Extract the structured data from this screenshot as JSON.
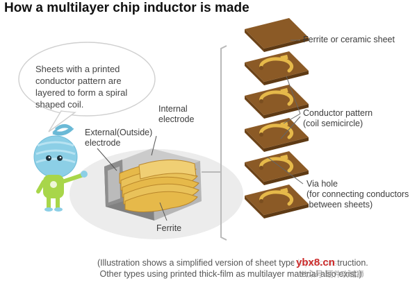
{
  "title": "How a multilayer chip inductor is made",
  "bubble_text": "Sheets with a printed\nconductor pattern are\nlayered to form a spiral\nshaped coil.",
  "labels": {
    "internal_electrode": "Internal\nelectrode",
    "external_electrode": "External(Outside)\nelectrode",
    "ferrite": "Ferrite",
    "ferrite_sheet": "Ferrite or ceramic sheet",
    "conductor_pattern": "Conductor pattern\n(coil semicircle)",
    "via_hole": "Via hole\n(for connecting conductors\n between sheets)"
  },
  "footnote": "(Illustration shows a simplified version of sheet type layer construction.\n Other types using printed thick-film as multilayer material also exist.)",
  "watermark": {
    "site": "ybx8.cn",
    "text": "公众号·硬件攻城狮"
  },
  "colors": {
    "sheet": "#8b5a26",
    "conductor": "#e6b94a",
    "bracket": "#b9b9b9",
    "mascot": "#8ccfe6"
  }
}
